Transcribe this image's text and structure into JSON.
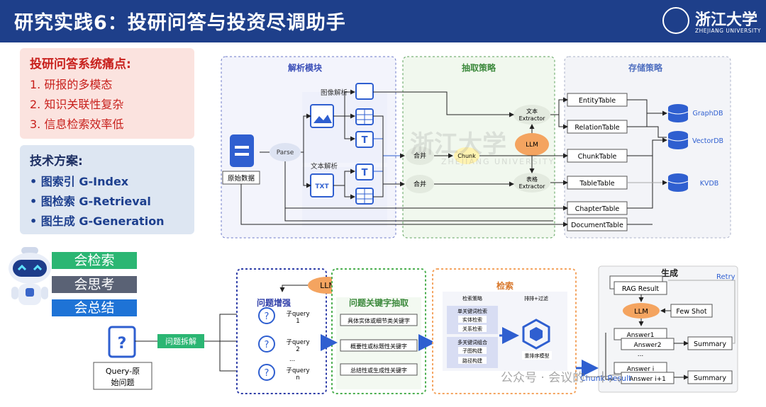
{
  "header": {
    "title": "研究实践6：投研问答与投资尽调助手",
    "logo_cn": "浙江大学",
    "logo_en": "ZHEJIANG UNIVERSITY"
  },
  "pain_points": {
    "heading": "投研问答系统痛点:",
    "items": [
      "1.   研报的多模态",
      "2.   知识关联性复杂",
      "3.   信息检索效率低"
    ]
  },
  "tech_plan": {
    "heading": "技术方案:",
    "items": [
      "•     图索引 G-Index",
      "•     图检索 G-Retrieval",
      "•     图生成 G-Generation"
    ]
  },
  "robot_tags": [
    "会检索",
    "会思考",
    "会总结"
  ],
  "top_diagram": {
    "parse_module": "解析模块",
    "extract_strategy": "抽取策略",
    "store_strategy": "存储策略",
    "image_parse": "图像解析",
    "text_parse": "文本解析",
    "raw_data": "原始数据",
    "parse": "Parse",
    "merge": "合并",
    "chunk": "Chunk",
    "llm": "LLM",
    "text_extractor": [
      "文本",
      "Extractor"
    ],
    "table_extractor": [
      "表格",
      "Extractor"
    ],
    "tables": [
      "EntityTable",
      "RelationTable",
      "ChunkTable",
      "TableTable",
      "ChapterTable",
      "DocumentTable"
    ],
    "dbs": [
      "GraphDB",
      "VectorDB",
      "KVDB"
    ]
  },
  "bottom_diagram": {
    "query": [
      "Query-原",
      "始问题"
    ],
    "decompose": "问题拆解",
    "enhance": "问题增强",
    "llm": "LLM",
    "subqueries": [
      [
        "子query",
        "1"
      ],
      [
        "子query",
        "2"
      ],
      [
        "子query",
        "n"
      ]
    ],
    "ellipsis": "...",
    "keyword_extract": "问题关键字抽取",
    "keywords": [
      "具体实体或细节类关键字",
      "概要性或标题性关键字",
      "总结性或生成性关键字"
    ],
    "retrieve": "检索",
    "retrieve_strategy": "检索策略",
    "rerank_filter": "排排+过滤",
    "single_kw": "单关键词检索",
    "entity_search": "实体检索",
    "relation_search": "关系检索",
    "multi_kw": "多关键词组合",
    "subgraph": "子图构建",
    "path": "路径构建",
    "rerank_model": "重排序模型",
    "generate": "生成",
    "retry": "Retry",
    "rag_result": "RAG Result",
    "few_shot": "Few Shot",
    "answers": [
      "Answer1",
      "Answer2",
      "...",
      "Answer i",
      "Answer i+1"
    ],
    "summary": "Summary",
    "chunk_result": "Chunk Result"
  },
  "watermark": {
    "cn": "浙江大学",
    "en": "ZHEJIANG UNIVERSITY",
    "account": "公众号 · 会议的一十六"
  },
  "colors": {
    "header": "#1e3f8a",
    "pill_green": "#2bb673",
    "pill_gray": "#5a6275",
    "pill_blue": "#1e73d6",
    "pain_bg": "#fbe3df",
    "tech_bg": "#dde6f2",
    "accent_orange": "#f4a460",
    "green": "#4caf50"
  }
}
